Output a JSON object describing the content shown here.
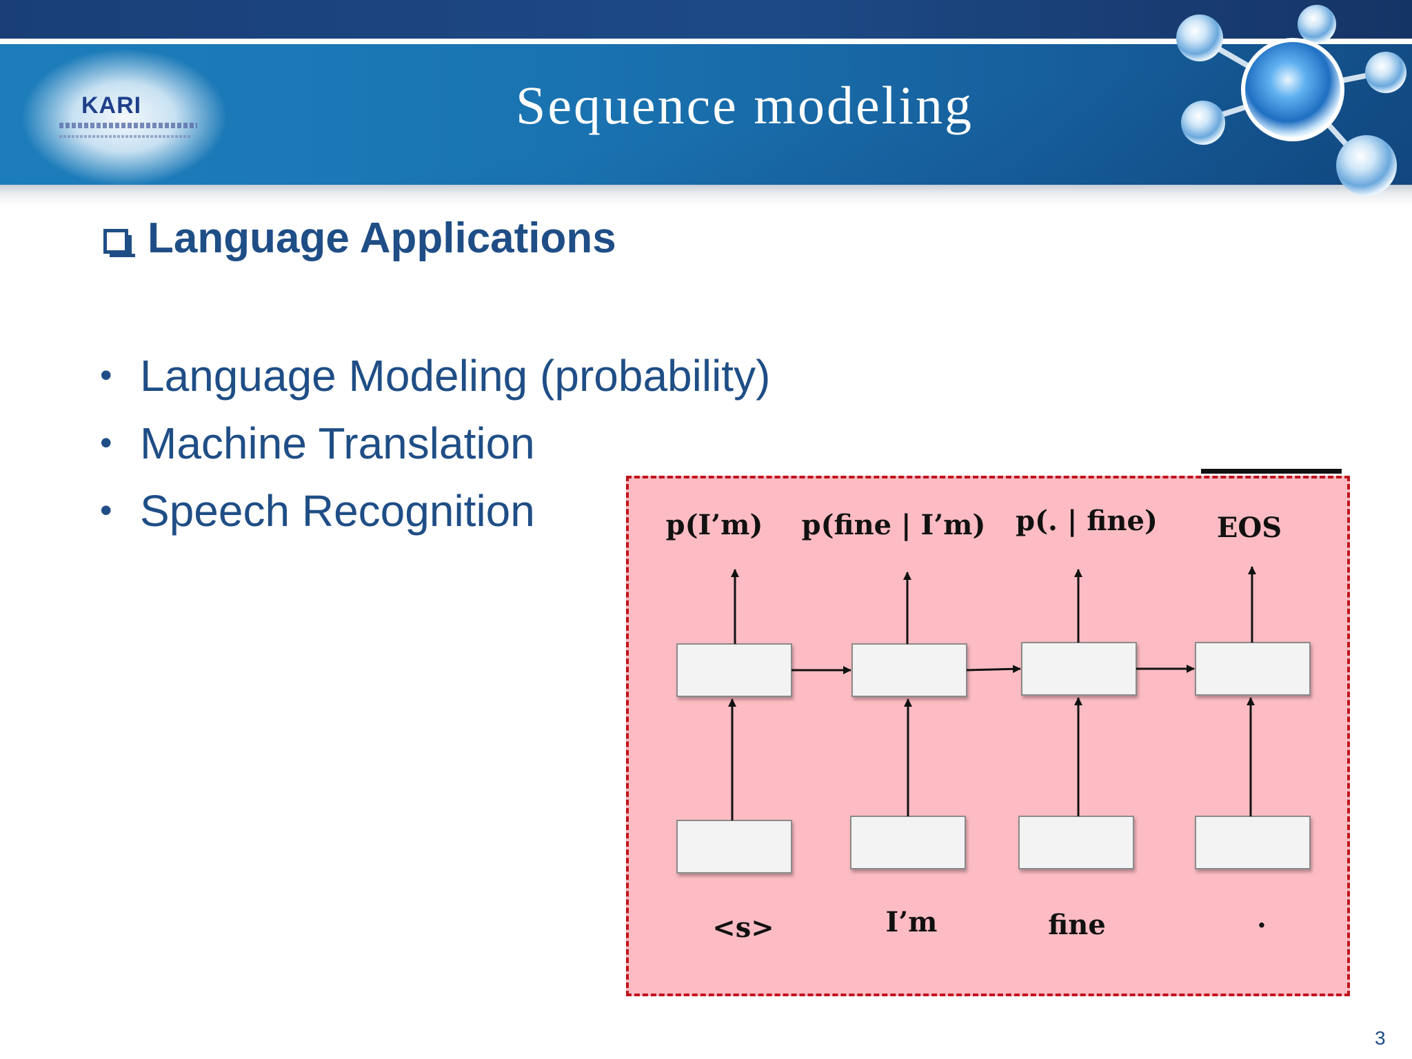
{
  "header": {
    "title": "Sequence modeling",
    "logo_text": "KARI"
  },
  "content": {
    "heading": "Language Applications",
    "bullets": [
      "Language Modeling (probability)",
      "Machine Translation",
      "Speech Recognition"
    ]
  },
  "diagram": {
    "outputs": [
      "p(I’m)",
      "p(fine | I’m)",
      "p(. | fine)",
      "EOS"
    ],
    "inputs": [
      "<s>",
      "I’m",
      "fine",
      "."
    ]
  },
  "footer": {
    "page_number": "3"
  },
  "colors": {
    "banner": "#1a73b1",
    "text_blue": "#1f4e86",
    "diagram_fill": "#fdbcc3",
    "diagram_border": "#c0121b",
    "cell_fill": "#f2f3f2"
  }
}
